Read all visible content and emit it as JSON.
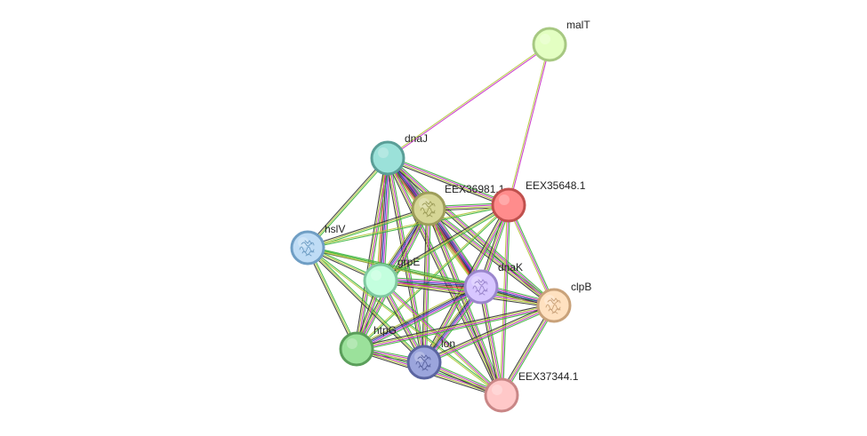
{
  "network": {
    "nodes": [
      {
        "id": "malT",
        "label": "malT",
        "fill": "#e3ffc2",
        "stroke": "#a7c882",
        "glyph": ""
      },
      {
        "id": "dnaJ",
        "label": "dnaJ",
        "fill": "#9be1d9",
        "stroke": "#5a9e97",
        "glyph": ""
      },
      {
        "id": "EEX36981.1",
        "label": "EEX36981.1",
        "fill": "#d6d696",
        "stroke": "#9d9d5a",
        "glyph": "protein-structure"
      },
      {
        "id": "EEX35648.1",
        "label": "EEX35648.1",
        "fill": "#ff8c8c",
        "stroke": "#c0504d",
        "glyph": ""
      },
      {
        "id": "hslV",
        "label": "hslV",
        "fill": "#bfdcf5",
        "stroke": "#6f9ec4",
        "glyph": "protein-structure"
      },
      {
        "id": "grpE",
        "label": "grpE",
        "fill": "#c3ffde",
        "stroke": "#7fc9a0",
        "glyph": ""
      },
      {
        "id": "dnaK",
        "label": "dnaK",
        "fill": "#d7c6ff",
        "stroke": "#9a86cc",
        "glyph": "protein-structure"
      },
      {
        "id": "clpB",
        "label": "clpB",
        "fill": "#ffe1c0",
        "stroke": "#c9a27a",
        "glyph": "protein-structure"
      },
      {
        "id": "htpG",
        "label": "htpG",
        "fill": "#9be19b",
        "stroke": "#5a9e5a",
        "glyph": ""
      },
      {
        "id": "lon",
        "label": "lon",
        "fill": "#9ba5dc",
        "stroke": "#5a64a0",
        "glyph": "protein-structure"
      },
      {
        "id": "EEX37344.1",
        "label": "EEX37344.1",
        "fill": "#ffc8c8",
        "stroke": "#c98686",
        "glyph": ""
      }
    ],
    "edge_colors": {
      "green": "#3cb43c",
      "magenta": "#c832c8",
      "olive": "#b4c83c",
      "black": "#333333",
      "blue": "#3232c8",
      "red": "#e63232",
      "yellow": "#d2d23c"
    },
    "edges": [
      {
        "from": "malT",
        "to": "dnaJ",
        "types": [
          "magenta",
          "olive"
        ]
      },
      {
        "from": "malT",
        "to": "EEX35648.1",
        "types": [
          "magenta",
          "olive"
        ]
      },
      {
        "from": "dnaJ",
        "to": "EEX36981.1",
        "types": [
          "green",
          "magenta",
          "blue",
          "black",
          "red",
          "olive"
        ]
      },
      {
        "from": "dnaJ",
        "to": "EEX35648.1",
        "types": [
          "green",
          "magenta",
          "olive",
          "black"
        ]
      },
      {
        "from": "dnaJ",
        "to": "hslV",
        "types": [
          "green",
          "olive",
          "black"
        ]
      },
      {
        "from": "dnaJ",
        "to": "grpE",
        "types": [
          "green",
          "magenta",
          "blue",
          "black",
          "red",
          "olive"
        ]
      },
      {
        "from": "dnaJ",
        "to": "dnaK",
        "types": [
          "green",
          "magenta",
          "blue",
          "black",
          "red",
          "olive"
        ]
      },
      {
        "from": "dnaJ",
        "to": "clpB",
        "types": [
          "green",
          "magenta",
          "olive",
          "black"
        ]
      },
      {
        "from": "dnaJ",
        "to": "htpG",
        "types": [
          "green",
          "magenta",
          "olive",
          "black"
        ]
      },
      {
        "from": "dnaJ",
        "to": "lon",
        "types": [
          "green",
          "magenta",
          "olive",
          "black"
        ]
      },
      {
        "from": "dnaJ",
        "to": "EEX37344.1",
        "types": [
          "green",
          "magenta",
          "olive",
          "black"
        ]
      },
      {
        "from": "EEX36981.1",
        "to": "EEX35648.1",
        "types": [
          "green",
          "magenta",
          "olive",
          "black"
        ]
      },
      {
        "from": "EEX36981.1",
        "to": "hslV",
        "types": [
          "green",
          "olive",
          "black"
        ]
      },
      {
        "from": "EEX36981.1",
        "to": "grpE",
        "types": [
          "green",
          "magenta",
          "blue",
          "black",
          "olive"
        ]
      },
      {
        "from": "EEX36981.1",
        "to": "dnaK",
        "types": [
          "green",
          "magenta",
          "blue",
          "black",
          "red",
          "olive"
        ]
      },
      {
        "from": "EEX36981.1",
        "to": "clpB",
        "types": [
          "green",
          "magenta",
          "olive",
          "black"
        ]
      },
      {
        "from": "EEX36981.1",
        "to": "htpG",
        "types": [
          "green",
          "magenta",
          "olive",
          "black"
        ]
      },
      {
        "from": "EEX36981.1",
        "to": "lon",
        "types": [
          "green",
          "magenta",
          "olive",
          "black"
        ]
      },
      {
        "from": "EEX36981.1",
        "to": "EEX37344.1",
        "types": [
          "green",
          "magenta",
          "olive",
          "black"
        ]
      },
      {
        "from": "EEX35648.1",
        "to": "hslV",
        "types": [
          "green",
          "olive"
        ]
      },
      {
        "from": "EEX35648.1",
        "to": "grpE",
        "types": [
          "green",
          "olive",
          "black"
        ]
      },
      {
        "from": "EEX35648.1",
        "to": "dnaK",
        "types": [
          "green",
          "magenta",
          "olive",
          "black"
        ]
      },
      {
        "from": "EEX35648.1",
        "to": "clpB",
        "types": [
          "green",
          "magenta",
          "olive"
        ]
      },
      {
        "from": "EEX35648.1",
        "to": "htpG",
        "types": [
          "green",
          "olive"
        ]
      },
      {
        "from": "EEX35648.1",
        "to": "lon",
        "types": [
          "green",
          "magenta",
          "olive",
          "black"
        ]
      },
      {
        "from": "EEX35648.1",
        "to": "EEX37344.1",
        "types": [
          "green",
          "magenta",
          "olive"
        ]
      },
      {
        "from": "hslV",
        "to": "grpE",
        "types": [
          "green",
          "olive",
          "black"
        ]
      },
      {
        "from": "hslV",
        "to": "dnaK",
        "types": [
          "green",
          "olive",
          "black"
        ]
      },
      {
        "from": "hslV",
        "to": "clpB",
        "types": [
          "green",
          "olive"
        ]
      },
      {
        "from": "hslV",
        "to": "htpG",
        "types": [
          "green",
          "olive",
          "black"
        ]
      },
      {
        "from": "hslV",
        "to": "lon",
        "types": [
          "green",
          "olive",
          "black"
        ]
      },
      {
        "from": "hslV",
        "to": "EEX37344.1",
        "types": [
          "green",
          "olive"
        ]
      },
      {
        "from": "grpE",
        "to": "dnaK",
        "types": [
          "green",
          "magenta",
          "blue",
          "black",
          "red",
          "olive"
        ]
      },
      {
        "from": "grpE",
        "to": "clpB",
        "types": [
          "green",
          "magenta",
          "olive",
          "black"
        ]
      },
      {
        "from": "grpE",
        "to": "htpG",
        "types": [
          "green",
          "magenta",
          "olive",
          "black"
        ]
      },
      {
        "from": "grpE",
        "to": "lon",
        "types": [
          "green",
          "magenta",
          "olive",
          "black"
        ]
      },
      {
        "from": "grpE",
        "to": "EEX37344.1",
        "types": [
          "green",
          "magenta",
          "olive"
        ]
      },
      {
        "from": "dnaK",
        "to": "clpB",
        "types": [
          "green",
          "magenta",
          "blue",
          "black",
          "olive"
        ]
      },
      {
        "from": "dnaK",
        "to": "htpG",
        "types": [
          "green",
          "magenta",
          "blue",
          "black",
          "olive"
        ]
      },
      {
        "from": "dnaK",
        "to": "lon",
        "types": [
          "green",
          "magenta",
          "blue",
          "black",
          "olive"
        ]
      },
      {
        "from": "dnaK",
        "to": "EEX37344.1",
        "types": [
          "green",
          "magenta",
          "olive",
          "black"
        ]
      },
      {
        "from": "clpB",
        "to": "htpG",
        "types": [
          "green",
          "magenta",
          "olive",
          "black"
        ]
      },
      {
        "from": "clpB",
        "to": "lon",
        "types": [
          "green",
          "magenta",
          "olive",
          "black"
        ]
      },
      {
        "from": "clpB",
        "to": "EEX37344.1",
        "types": [
          "green",
          "magenta",
          "olive",
          "black"
        ]
      },
      {
        "from": "htpG",
        "to": "lon",
        "types": [
          "green",
          "magenta",
          "olive",
          "black"
        ]
      },
      {
        "from": "htpG",
        "to": "EEX37344.1",
        "types": [
          "green",
          "magenta",
          "olive",
          "black"
        ]
      },
      {
        "from": "lon",
        "to": "EEX37344.1",
        "types": [
          "green",
          "magenta",
          "olive",
          "black"
        ]
      }
    ]
  }
}
